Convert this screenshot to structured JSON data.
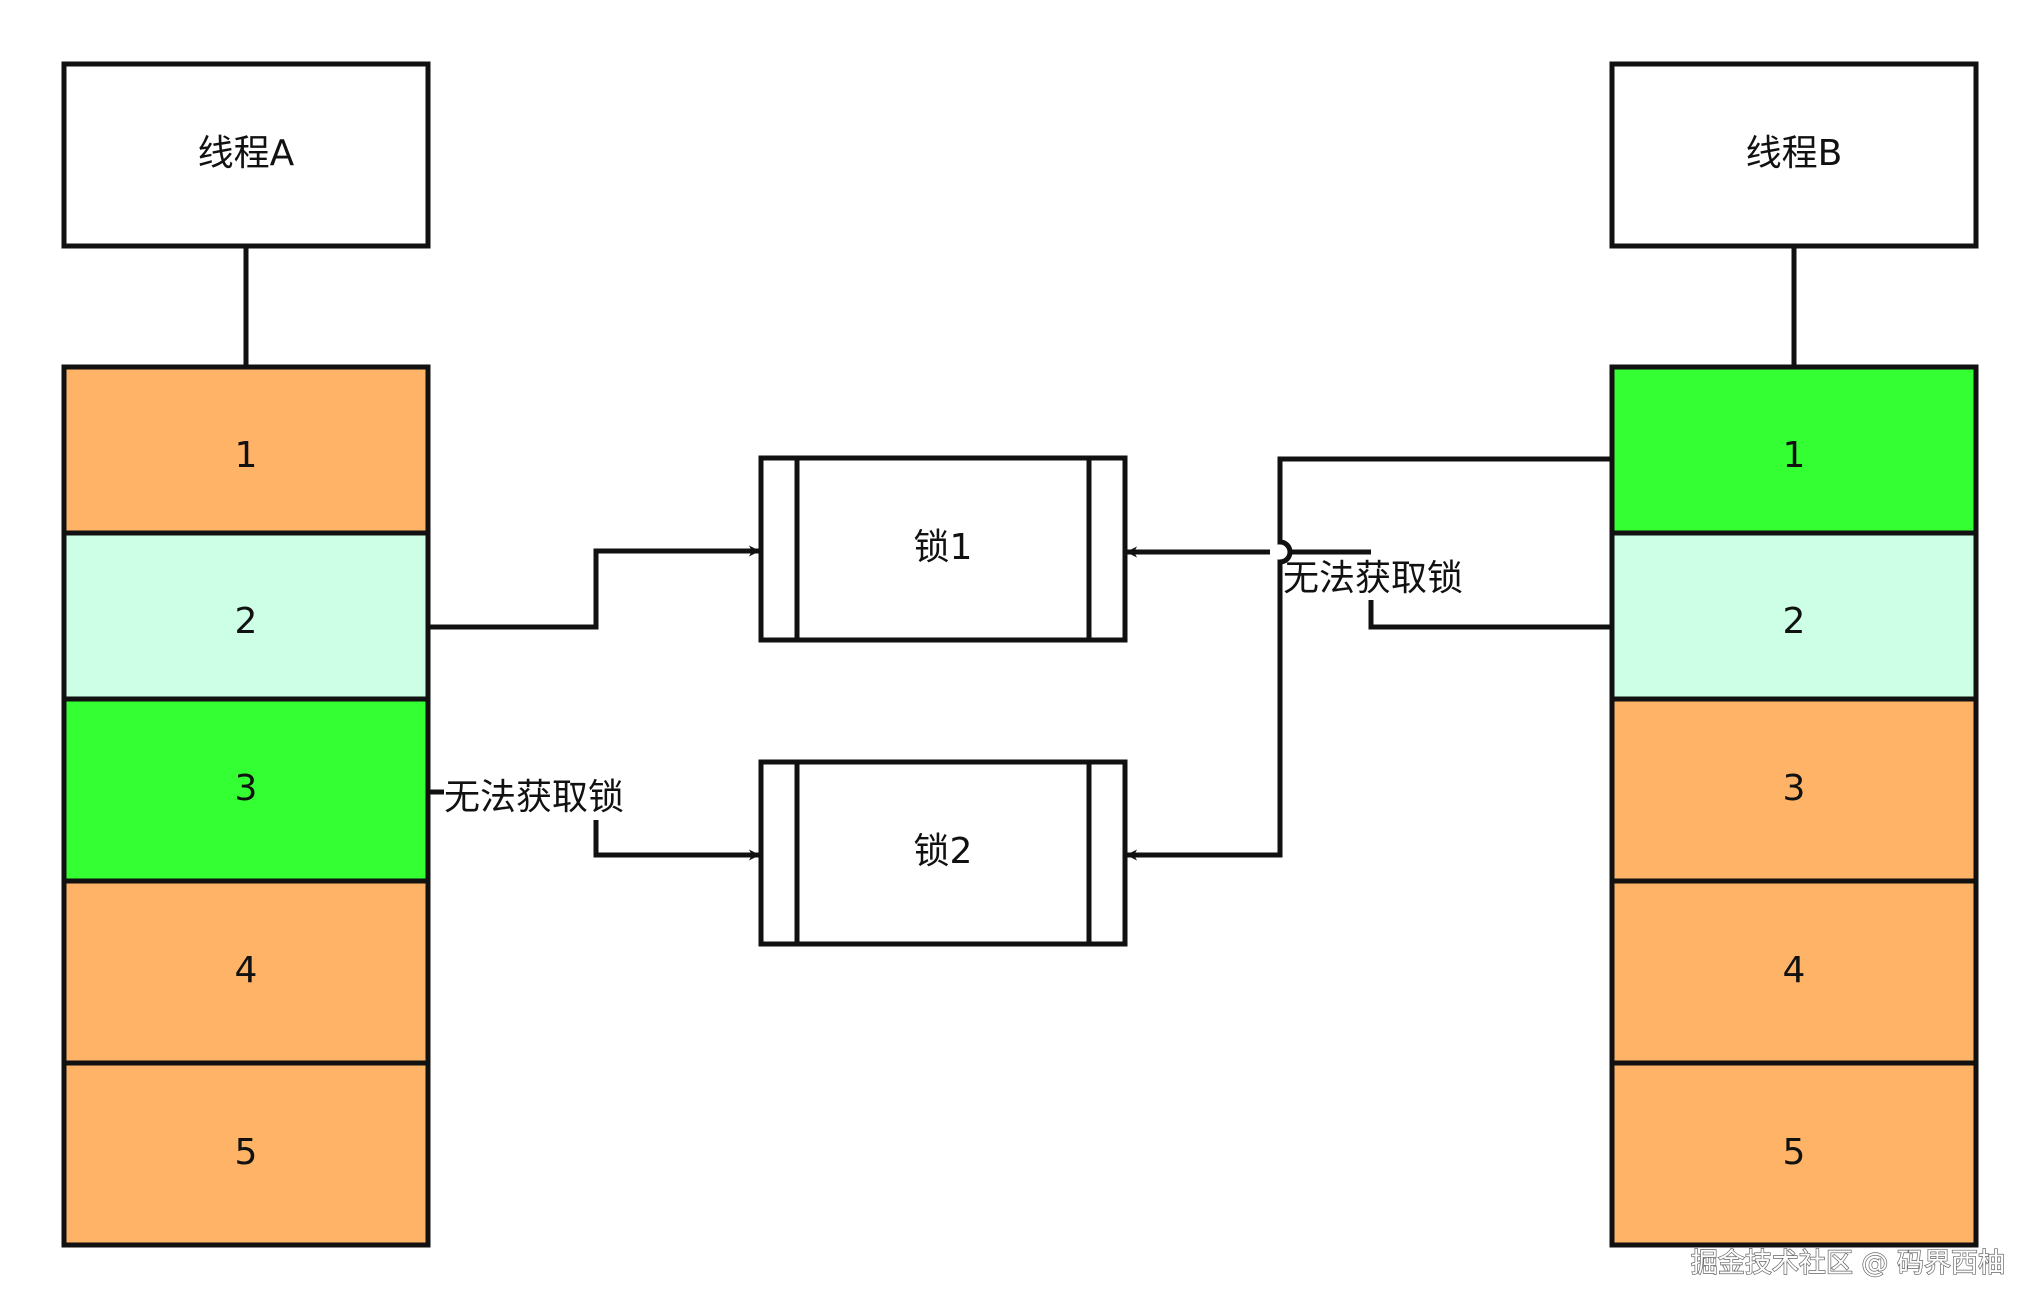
{
  "threads": [
    {
      "label": "线程A",
      "steps": [
        {
          "label": "1",
          "color": "#FFB366"
        },
        {
          "label": "2",
          "color": "#CCFFE6"
        },
        {
          "label": "3",
          "color": "#33FF33"
        },
        {
          "label": "4",
          "color": "#FFB366"
        },
        {
          "label": "5",
          "color": "#FFB366"
        }
      ]
    },
    {
      "label": "线程B",
      "steps": [
        {
          "label": "1",
          "color": "#33FF33"
        },
        {
          "label": "2",
          "color": "#CCFFE6"
        },
        {
          "label": "3",
          "color": "#FFB366"
        },
        {
          "label": "4",
          "color": "#FFB366"
        },
        {
          "label": "5",
          "color": "#FFB366"
        }
      ]
    }
  ],
  "locks": [
    {
      "label": "锁1"
    },
    {
      "label": "锁2"
    }
  ],
  "edges": [
    {
      "from": "线程A.2",
      "to": "锁1",
      "label": ""
    },
    {
      "from": "线程A.3",
      "to": "锁2",
      "label": "无法获取锁"
    },
    {
      "from": "线程B.1",
      "to": "锁2",
      "label": ""
    },
    {
      "from": "线程B.2",
      "to": "锁1",
      "label": "无法获取锁"
    }
  ],
  "watermark": "掘金技术社区 @ 码界西柚",
  "colors": {
    "stroke": "#111111",
    "not_started": "#FFB366",
    "holding": "#CCFFE6",
    "waiting": "#33FF33"
  }
}
